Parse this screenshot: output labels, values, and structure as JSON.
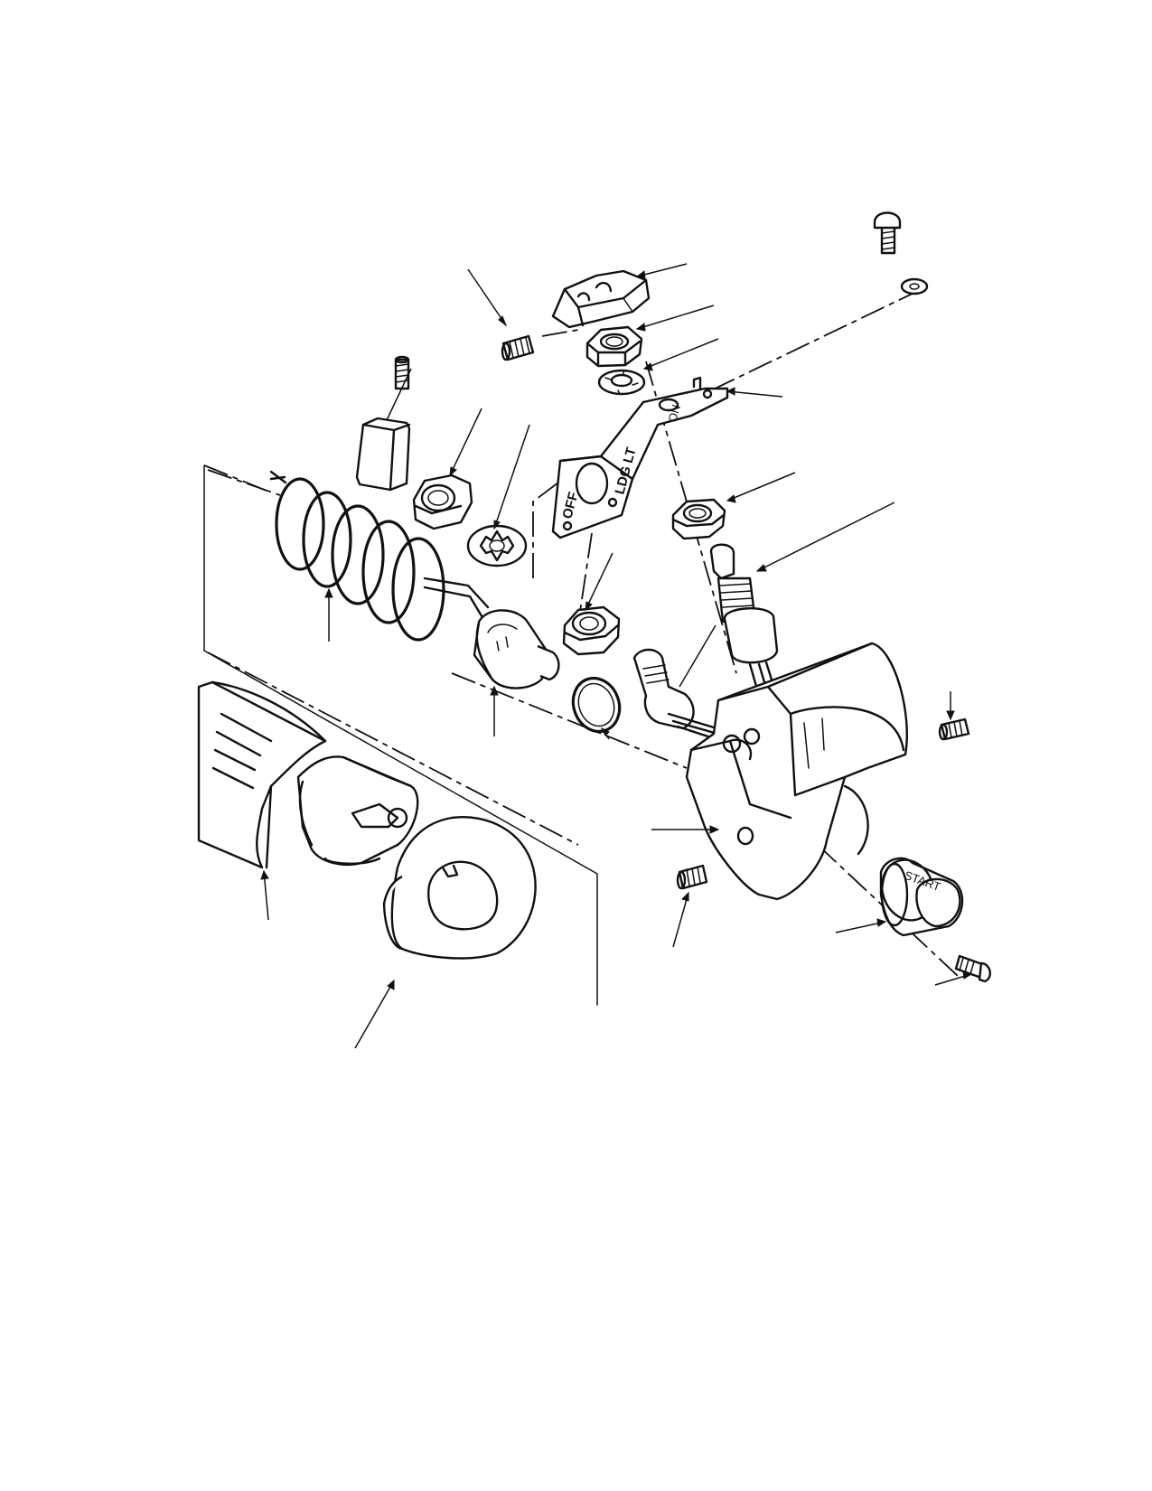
{
  "diagram": {
    "colors": {
      "ink": "#111111",
      "paper": "#ffffff"
    },
    "bracket_markings": {
      "top_label": "LDG LT",
      "bottom_label": "OFF",
      "side_label": "ON"
    },
    "button_marking": "START",
    "parts": [
      {
        "id": "switch-cap",
        "icon": "cap-icon"
      },
      {
        "id": "jam-nut-top",
        "icon": "hex-nut-icon"
      },
      {
        "id": "lock-washer-top",
        "icon": "washer-icon"
      },
      {
        "id": "mounting-bracket",
        "icon": "bracket-icon"
      },
      {
        "id": "screw-top-right",
        "icon": "screw-icon"
      },
      {
        "id": "flat-washer-top-right",
        "icon": "washer-icon"
      },
      {
        "id": "jam-nut-right",
        "icon": "hex-nut-icon"
      },
      {
        "id": "toggle-switch-right",
        "icon": "switch-icon"
      },
      {
        "id": "setscrew-top",
        "icon": "setscrew-icon"
      },
      {
        "id": "setscrew-left",
        "icon": "setscrew-icon"
      },
      {
        "id": "knob-block",
        "icon": "block-icon"
      },
      {
        "id": "hex-nut-left",
        "icon": "hex-nut-icon"
      },
      {
        "id": "star-washer",
        "icon": "washer-icon"
      },
      {
        "id": "coil-cord",
        "icon": "spring-icon"
      },
      {
        "id": "plunger-switch",
        "icon": "switch-icon"
      },
      {
        "id": "hex-nut-center",
        "icon": "hex-nut-icon"
      },
      {
        "id": "o-ring",
        "icon": "ring-icon"
      },
      {
        "id": "push-switch-center",
        "icon": "switch-icon"
      },
      {
        "id": "switch-housing",
        "icon": "housing-icon"
      },
      {
        "id": "setscrew-right",
        "icon": "setscrew-icon"
      },
      {
        "id": "setscrew-lower",
        "icon": "setscrew-icon"
      },
      {
        "id": "start-button",
        "icon": "button-icon"
      },
      {
        "id": "retaining-screw",
        "icon": "screw-icon"
      },
      {
        "id": "grip-handle",
        "icon": "handle-icon"
      },
      {
        "id": "thrust-washer",
        "icon": "washer-icon"
      }
    ]
  }
}
